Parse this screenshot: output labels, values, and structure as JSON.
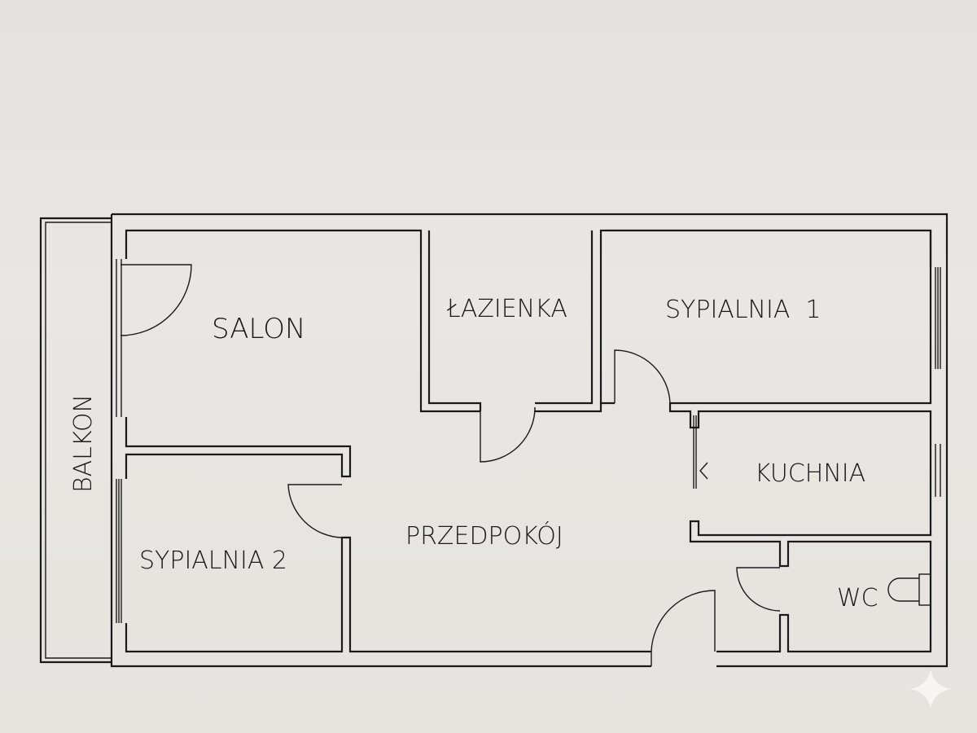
{
  "floor_plan": {
    "rooms": {
      "salon": "SALON",
      "lazienka": "ŁAZIENKA",
      "sypialnia1": "SYPIALNIA  1",
      "kuchnia": "KUCHNIA",
      "sypialnia2": "SYPIALNIA 2",
      "przedpokoj": "PRZEDPOKÓJ",
      "wc": "WC",
      "balkon": "BALKON"
    },
    "colors": {
      "line": "#1a1a1a",
      "background": "#e7e5e1"
    }
  }
}
